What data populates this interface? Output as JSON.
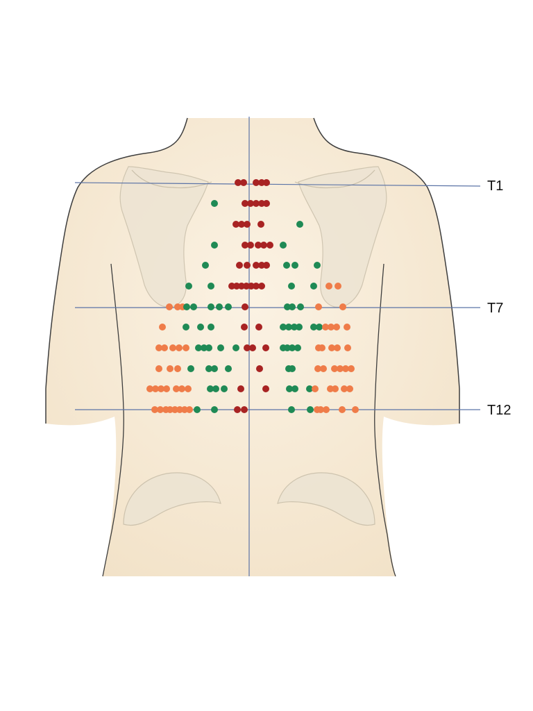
{
  "levels": [
    {
      "id": "t1",
      "label": "T1"
    },
    {
      "id": "t7",
      "label": "T7"
    },
    {
      "id": "t12",
      "label": "T12"
    }
  ],
  "colors": {
    "red": "#a82323",
    "green": "#1f8a55",
    "orange": "#ef7c49",
    "skin": "#f6e8d2",
    "bone": "#ece5d6",
    "outline": "#4a4a4a",
    "guide_line": "#5b73a6"
  }
}
